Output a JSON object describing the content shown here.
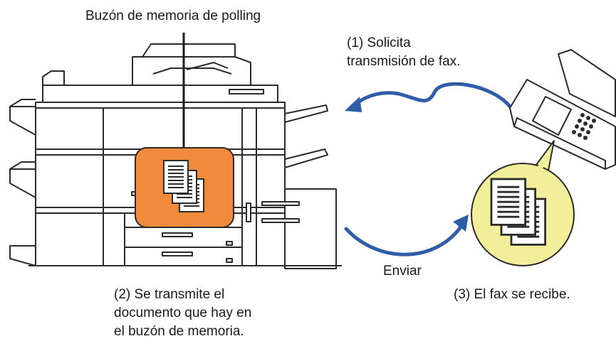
{
  "labels": {
    "polling_box": "Buzón de memoria de polling",
    "step1": [
      "(1) Solicita",
      "transmisión de fax."
    ],
    "step2": [
      "(2) Se transmite el",
      "documento que hay en",
      "el buzón de memoria."
    ],
    "step3": "(3) El fax se recibe.",
    "send": "Enviar"
  },
  "icons": {
    "printer": "multifunction-printer-icon",
    "fax": "fax-machine-icon",
    "documents": "document-stack-icon",
    "arrow_request": "curved-arrow-left-icon",
    "arrow_send": "curved-arrow-right-icon"
  },
  "colors": {
    "outline": "#2b2b2b",
    "memory_box": "#f28a3c",
    "received_bubble": "#f3ee9a",
    "arrow": "#2f5da8",
    "text": "#1a1a1a"
  }
}
